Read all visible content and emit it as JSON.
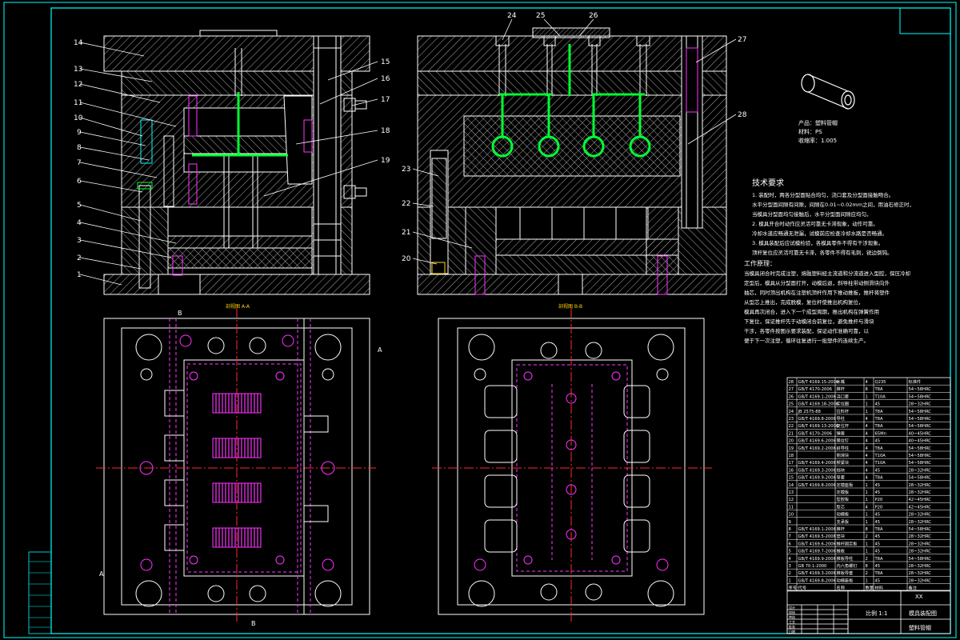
{
  "colors": {
    "background": "#000000",
    "line": "#ffffff",
    "frame": "#00ffff",
    "hatch": "#b9b9b9",
    "highlight": "#00ff33",
    "hidden": "#ff33ff",
    "center": "#ff2a2a",
    "title_yellow": "#ffd400"
  },
  "part_labels_left": [
    "14",
    "13",
    "12",
    "11",
    "10",
    "9",
    "8",
    "7",
    "6",
    "5",
    "4",
    "3",
    "2",
    "1"
  ],
  "part_labels_left_right": [
    "15",
    "16",
    "17",
    "18",
    "19"
  ],
  "part_labels_top": [
    "24",
    "25",
    "26"
  ],
  "part_labels_right": [
    "27",
    "28"
  ],
  "part_labels_right_left": [
    "23",
    "22",
    "21",
    "20"
  ],
  "section_titles": {
    "left": "剖视图 A-A",
    "right": "剖视图 B-B"
  },
  "section_markers": {
    "a": "A",
    "b": "B"
  },
  "product_info": {
    "name_line": "产品：塑料管帽",
    "material_line": "材料：PS",
    "shrink_line": "收缩率：1.005"
  },
  "tech_requirements": {
    "title": "技术要求",
    "lines": [
      "1. 装配时，两各分型面贴合均匀，浇口套及分型面接触吻合。",
      "   水平分型面间隙有间隙，间隙在0.01~0.02mm之间，用油石修正时，",
      "   当模具分型面均匀接触后，水平分型面间隙应均匀。",
      "2. 模具开合时动作应灵活可靠无卡滞现象，动作可靠。",
      "   冷却水道应畅通无泄漏，试模前应检查冷却水路是否畅通。",
      "3. 模具装配后应试模检验，各模具零件不得有干涉现象。",
      "   顶杆复位应灵活可靠无卡滞，各零件不得有毛刺，锐边倒钝。"
    ]
  },
  "working_process": {
    "title": "工作原理：",
    "lines": [
      "当模具闭合时完成注塑，熔融塑料经主流道和分流道进入型腔，保压冷却",
      "定型后，模具从分型面打开，动模后退，斜导柱带动侧滑块向外",
      "抽芯，同时顶出机构在注塑机顶杆作用下推动推板，推杆将塑件",
      "从型芯上推出，完成脱模，复位杆使推出机构复位，",
      "模具再次闭合，进入下一个成型周期，推出机构在弹簧作用",
      "下复位，保证推杆先于动模闭合前复位，避免推杆与滑块",
      "干涉，各零件按图示要求装配，保证动作准确可靠，以",
      "便于下一次注塑，循环往复进行一批塑件的连续生产。"
    ]
  },
  "bom": {
    "rows": [
      {
        "no": "28",
        "code": "GB/T 4169.15-2006",
        "name": "水嘴",
        "qty": "4",
        "mat": "Q235",
        "note": "标准件"
      },
      {
        "no": "27",
        "code": "GB/T 4170-2006",
        "name": "推杆",
        "qty": "8",
        "mat": "T8A",
        "note": "54~58HRC"
      },
      {
        "no": "26",
        "code": "GB/T 4169.1-2006",
        "name": "浇口套",
        "qty": "1",
        "mat": "T10A",
        "note": "54~58HRC"
      },
      {
        "no": "25",
        "code": "GB/T 4169.18-2006",
        "name": "定位圈",
        "qty": "1",
        "mat": "45",
        "note": "28~32HRC"
      },
      {
        "no": "24",
        "code": "JB 2575-88",
        "name": "拉料杆",
        "qty": "1",
        "mat": "T8A",
        "note": "54~58HRC"
      },
      {
        "no": "23",
        "code": "GB/T 4169.8-2006",
        "name": "导柱",
        "qty": "4",
        "mat": "T8A",
        "note": "54~58HRC"
      },
      {
        "no": "22",
        "code": "GB/T 4169.13-2006",
        "name": "复位杆",
        "qty": "4",
        "mat": "T8A",
        "note": "54~58HRC"
      },
      {
        "no": "21",
        "code": "GB/T 4170-2006",
        "name": "弹簧",
        "qty": "4",
        "mat": "65Mn",
        "note": "40~45HRC"
      },
      {
        "no": "20",
        "code": "GB/T 4169.6-2006",
        "name": "限位钉",
        "qty": "4",
        "mat": "45",
        "note": "40~45HRC"
      },
      {
        "no": "19",
        "code": "GB/T 4169.2-2006",
        "name": "斜导柱",
        "qty": "4",
        "mat": "T8A",
        "note": "54~58HRC"
      },
      {
        "no": "18",
        "code": "",
        "name": "侧滑块",
        "qty": "4",
        "mat": "T10A",
        "note": "54~58HRC"
      },
      {
        "no": "17",
        "code": "GB/T 4169.4-2006",
        "name": "楔紧块",
        "qty": "4",
        "mat": "T10A",
        "note": "54~58HRC"
      },
      {
        "no": "16",
        "code": "GB/T 4169.3-2006",
        "name": "挡块",
        "qty": "4",
        "mat": "45",
        "note": "28~32HRC"
      },
      {
        "no": "15",
        "code": "GB/T 4169.9-2006",
        "name": "导套",
        "qty": "4",
        "mat": "T8A",
        "note": "54~58HRC"
      },
      {
        "no": "14",
        "code": "GB/T 4169.8-2006",
        "name": "定模座板",
        "qty": "1",
        "mat": "45",
        "note": "28~32HRC"
      },
      {
        "no": "13",
        "code": "",
        "name": "定模板",
        "qty": "1",
        "mat": "45",
        "note": "28~32HRC"
      },
      {
        "no": "12",
        "code": "",
        "name": "型腔板",
        "qty": "1",
        "mat": "P20",
        "note": "42~45HRC"
      },
      {
        "no": "11",
        "code": "",
        "name": "型芯",
        "qty": "4",
        "mat": "P20",
        "note": "42~45HRC"
      },
      {
        "no": "10",
        "code": "",
        "name": "动模板",
        "qty": "1",
        "mat": "45",
        "note": "28~32HRC"
      },
      {
        "no": "9",
        "code": "",
        "name": "支承板",
        "qty": "1",
        "mat": "45",
        "note": "28~32HRC"
      },
      {
        "no": "8",
        "code": "GB/T 4169.1-2006",
        "name": "推杆",
        "qty": "8",
        "mat": "T8A",
        "note": "54~58HRC"
      },
      {
        "no": "7",
        "code": "GB/T 4169.5-2006",
        "name": "垫块",
        "qty": "2",
        "mat": "45",
        "note": "28~32HRC"
      },
      {
        "no": "6",
        "code": "GB/T 4169.6-2006",
        "name": "推杆固定板",
        "qty": "1",
        "mat": "45",
        "note": "28~32HRC"
      },
      {
        "no": "5",
        "code": "GB/T 4169.7-2006",
        "name": "推板",
        "qty": "1",
        "mat": "45",
        "note": "28~32HRC"
      },
      {
        "no": "4",
        "code": "GB/T 4169.9-2006",
        "name": "推板导柱",
        "qty": "2",
        "mat": "T8A",
        "note": "54~58HRC"
      },
      {
        "no": "3",
        "code": "GB 70.1-2000",
        "name": "内六角螺钉",
        "qty": "8",
        "mat": "45",
        "note": "28~32HRC"
      },
      {
        "no": "2",
        "code": "GB/T 4169.3-2006",
        "name": "推板导套",
        "qty": "2",
        "mat": "T8A",
        "note": "28~32HRC"
      },
      {
        "no": "1",
        "code": "GB/T 4169.8-2006",
        "name": "动模座板",
        "qty": "1",
        "mat": "45",
        "note": "28~32HRC"
      }
    ],
    "header": {
      "no": "序号",
      "code": "代号",
      "name": "名称",
      "qty": "数量",
      "mat": "材料",
      "note": "备注"
    }
  },
  "title_block": {
    "drawing_name": "模具装配图",
    "school": "XX",
    "scale_label": "比例 1:1",
    "sheet": "塑料管帽",
    "left_cells": [
      "设计",
      "校核",
      "审核",
      "工艺",
      "批准",
      "日期"
    ]
  }
}
